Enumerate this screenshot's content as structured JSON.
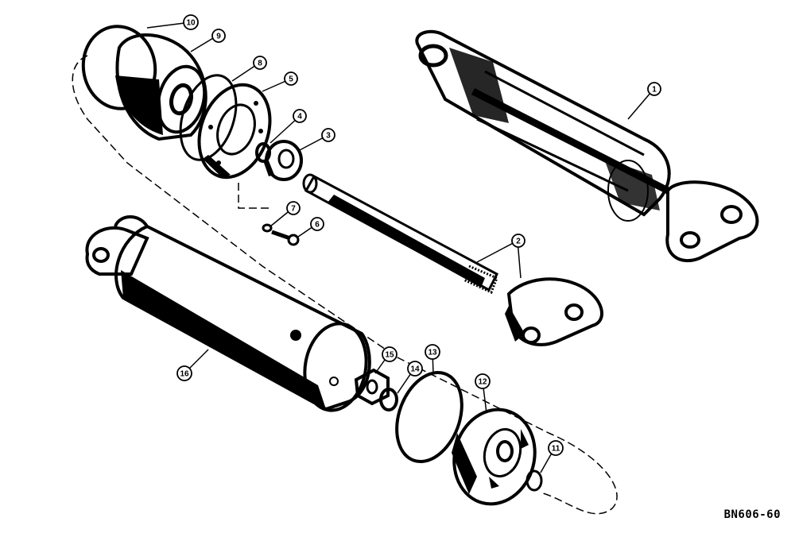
{
  "figure": {
    "reference_code": "BN606-60",
    "callouts": [
      "1",
      "2",
      "3",
      "4",
      "5",
      "6",
      "7",
      "8",
      "9",
      "10",
      "11",
      "12",
      "13",
      "14",
      "15",
      "16"
    ],
    "ink_color": "#000000",
    "paper_color": "#ffffff"
  }
}
